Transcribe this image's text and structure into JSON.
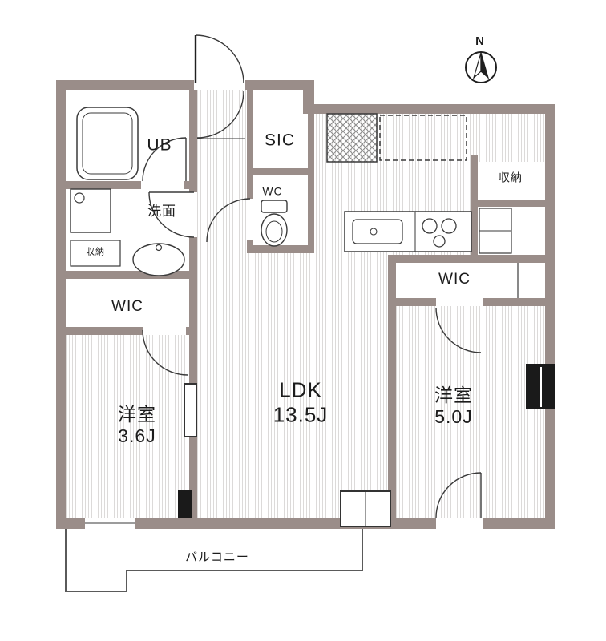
{
  "compass": {
    "label": "N"
  },
  "rooms": {
    "ub": {
      "label": "UB"
    },
    "washroom": {
      "label": "洗面"
    },
    "storage_small": {
      "label": "収納"
    },
    "wic_left": {
      "label": "WIC"
    },
    "bedroom_left": {
      "name": "洋室",
      "size": "3.6J"
    },
    "sic": {
      "label": "SIC"
    },
    "wc": {
      "label": "WC"
    },
    "storage_right": {
      "label": "収納"
    },
    "wic_right": {
      "label": "WIC"
    },
    "ldk": {
      "name": "LDK",
      "size": "13.5J"
    },
    "bedroom_right": {
      "name": "洋室",
      "size": "5.0J"
    },
    "balcony": {
      "label": "バルコニー"
    }
  },
  "colors": {
    "wall": "#9a8d89",
    "line": "#3a3a3a",
    "stripe": "#dcdad9"
  }
}
